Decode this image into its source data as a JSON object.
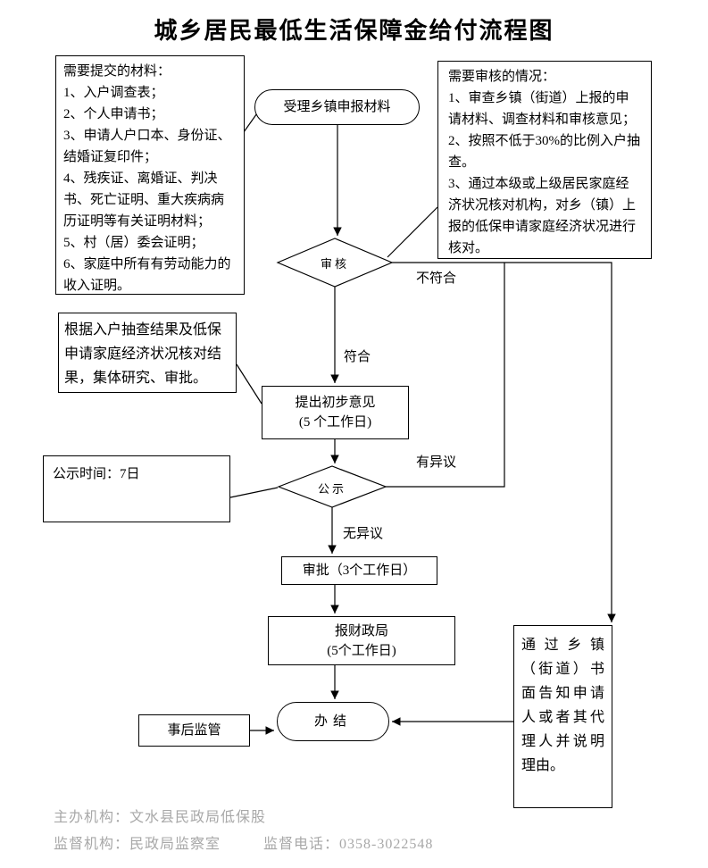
{
  "title": "城乡居民最低生活保障金给付流程图",
  "side_notes": {
    "materials": "需要提交的材料：\n1、入户调查表；\n2、个人申请书；\n3、申请人户口本、身份证、结婚证复印件；\n4、残疾证、离婚证、判决书、死亡证明、重大疾病病历证明等有关证明材料；\n5、村（居）委会证明；\n6、家庭中所有有劳动能力的收入证明。",
    "review_cases": "需要审核的情况：\n1、审查乡镇（街道）上报的申请材料、调查材料和审核意见；\n2、按照不低于30%的比例入户抽查。\n3、通过本级或上级居民家庭经济状况核对机构，对乡（镇）上报的低保申请家庭经济状况进行核对。",
    "research_note": "根据入户抽查结果及低保申请家庭经济状况核对结果，集体研究、审批。",
    "publicity_period": "公示时间：7日",
    "notify_note": "通过乡镇（街道）书面告知申请人或者其代理人并说明理由。"
  },
  "nodes": {
    "accept": "受理乡镇申报材料",
    "review": "审核",
    "initial_opinion": "提出初步意见\n(5 个工作日)",
    "publicity": "公示",
    "approval": "审批（3个工作日）",
    "report_finance": "报财政局\n(5个工作日)",
    "complete": "办结",
    "post_supervision": "事后监管"
  },
  "edge_labels": {
    "fail": "不符合",
    "pass": "符合",
    "objection": "有异议",
    "no_objection": "无异议"
  },
  "footer": {
    "organizer": "主办机构：文水县民政局低保股",
    "supervisor": "监督机构：民政局监察室",
    "phone": "监督电话：0358-3022548"
  }
}
